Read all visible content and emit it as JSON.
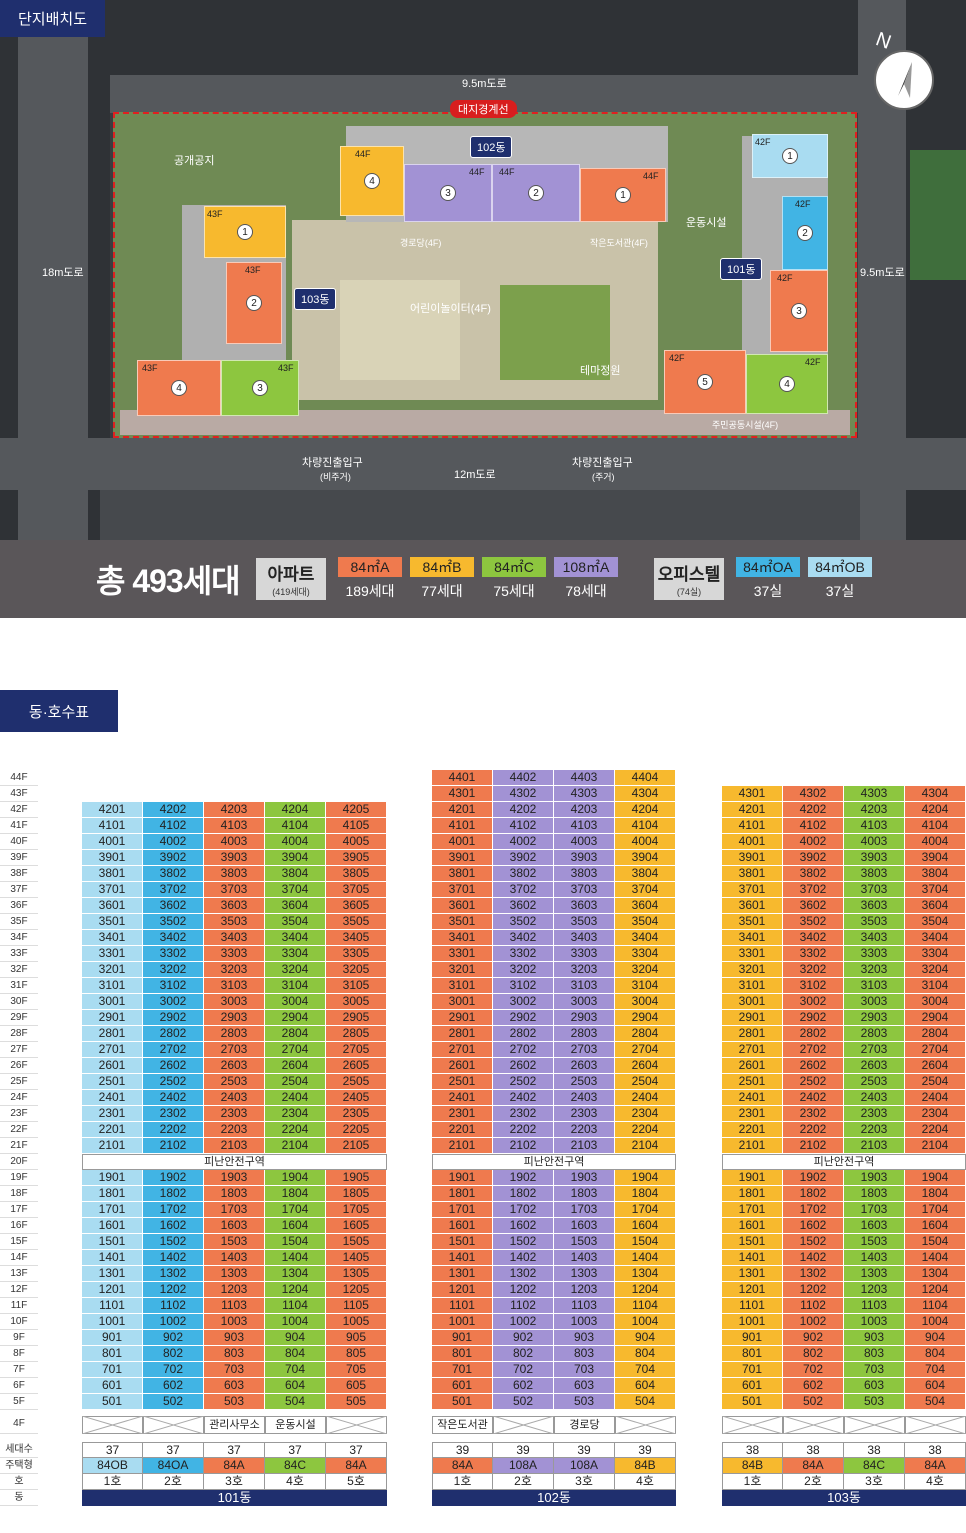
{
  "siteplan": {
    "tag": "단지배치도",
    "compass": "N",
    "roads": {
      "top": "9.5m도로",
      "left": "18m도로",
      "right": "9.5m도로",
      "bottom": "12m도로"
    },
    "boundary": "대지경계선",
    "labels": {
      "public_space": "공개공지",
      "sports": "운동시설",
      "playground": "어린이놀이터(4F)",
      "theme_garden": "테마정원",
      "senior": "경로당(4F)",
      "library": "작은도서관(4F)",
      "community": "주민공동시설(4F)",
      "entrance1": "차량진출입구",
      "entrance1_sub": "(비주거)",
      "entrance2": "차량진출입구",
      "entrance2_sub": "(주거)"
    },
    "dongs": {
      "d101": "101동",
      "d102": "102동",
      "d103": "103동"
    },
    "floors": {
      "f44": "44F",
      "f43": "43F",
      "f42": "42F"
    }
  },
  "legend": {
    "total": "총 493세대",
    "apt": {
      "label": "아파트",
      "sub": "(419세대)"
    },
    "apt_items": [
      {
        "type": "84㎡A",
        "count": "189세대",
        "color": "#ef7a4e"
      },
      {
        "type": "84㎡B",
        "count": "77세대",
        "color": "#f7b92e"
      },
      {
        "type": "84㎡C",
        "count": "75세대",
        "color": "#8dc63f"
      },
      {
        "type": "108㎡A",
        "count": "78세대",
        "color": "#a292d4"
      }
    ],
    "off": {
      "label": "오피스텔",
      "sub": "(74실)"
    },
    "off_items": [
      {
        "type": "84㎡OA",
        "count": "37실",
        "color": "#41b4e4"
      },
      {
        "type": "84㎡OB",
        "count": "37실",
        "color": "#a9dcf1"
      }
    ]
  },
  "table": {
    "tag": "동·호수표",
    "refuge": "피난안전구역",
    "row_labels": {
      "households": "세대수",
      "type": "주택형",
      "ho": "호",
      "dong": "동"
    },
    "d101": {
      "name": "101동",
      "f4": [
        "",
        "",
        "관리사무소",
        "운동시설",
        ""
      ],
      "households": [
        "37",
        "37",
        "37",
        "37",
        "37"
      ],
      "types": [
        "84OB",
        "84OA",
        "84A",
        "84C",
        "84A"
      ],
      "hos": [
        "1호",
        "2호",
        "3호",
        "4호",
        "5호"
      ]
    },
    "d102": {
      "name": "102동",
      "f4": [
        "작은도서관",
        "",
        "경로당",
        ""
      ],
      "households": [
        "39",
        "39",
        "39",
        "39"
      ],
      "types": [
        "84A",
        "108A",
        "108A",
        "84B"
      ],
      "hos": [
        "1호",
        "2호",
        "3호",
        "4호"
      ]
    },
    "d103": {
      "name": "103동",
      "f4": [
        "",
        "",
        "",
        ""
      ],
      "households": [
        "38",
        "38",
        "38",
        "38"
      ],
      "types": [
        "84B",
        "84A",
        "84C",
        "84A"
      ],
      "hos": [
        "1호",
        "2호",
        "3호",
        "4호"
      ]
    }
  },
  "colors": {
    "OB": "#a9dcf1",
    "OA": "#41b4e4",
    "A": "#ef7a4e",
    "B": "#f7b92e",
    "C": "#8dc63f",
    "L": "#a292d4",
    "navy": "#1f2f6e"
  }
}
